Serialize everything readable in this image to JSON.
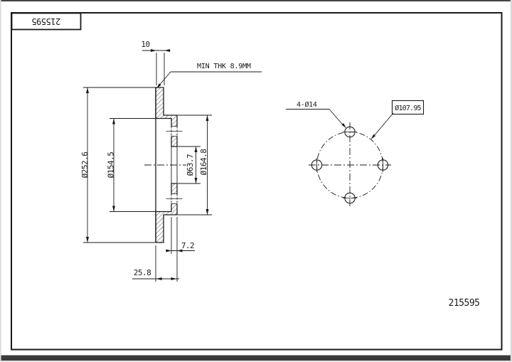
{
  "drawing": {
    "title_block": {
      "part_number": "215595"
    },
    "footer_part_number": "215595",
    "section_view": {
      "dim_pad_thickness": "10",
      "min_thickness_note": "MIN THK 8.9MM",
      "dim_outer_diameter": "Ø252.6",
      "dim_ring_inner_diameter": "Ø154.5",
      "dim_center_bore": "Ø63.7",
      "dim_hat_diameter": "Ø164.8",
      "dim_hat_wall": "7.2",
      "dim_overall_height": "25.8"
    },
    "front_view": {
      "bolt_holes_label": "4-Ø14",
      "bolt_circle_label": "Ø107.95"
    },
    "colors": {
      "line": "#1a1a1a",
      "background": "#ffffff",
      "border_bar": "#3a3a3a"
    }
  }
}
